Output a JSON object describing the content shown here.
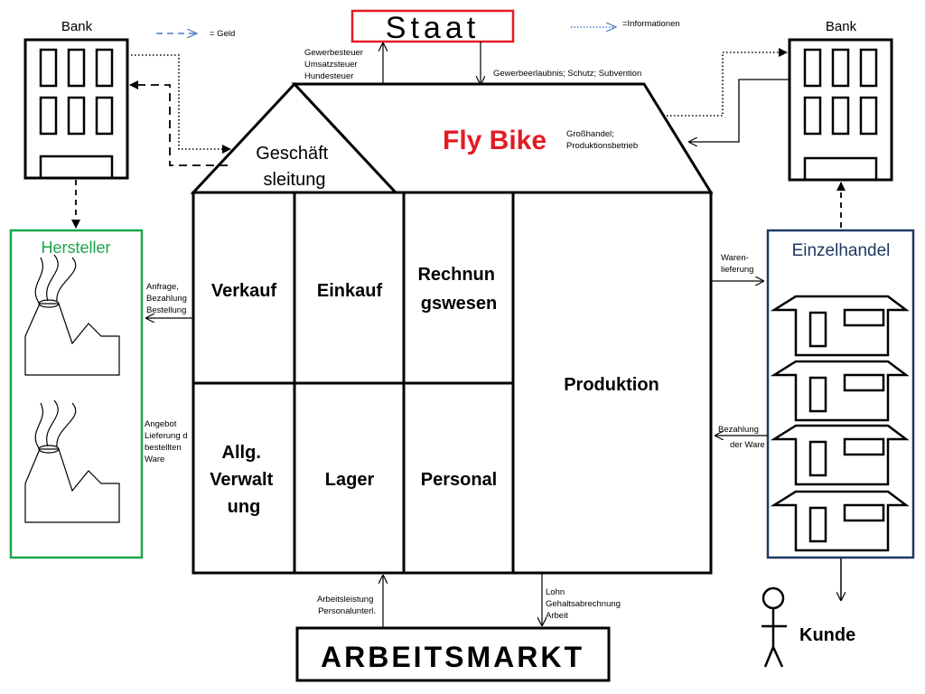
{
  "legend": {
    "money": "= Geld",
    "info": "=Informationen"
  },
  "state": {
    "title": "Staat",
    "taxes": [
      "Gewerbesteuer",
      "Umsatzsteuer",
      "Hundesteuer"
    ],
    "permits": "Gewerbeerlaubnis; Schutz; Subvention"
  },
  "banks": {
    "left": "Bank",
    "right": "Bank"
  },
  "company": {
    "name": "Fly  Bike",
    "type": [
      "Großhandel;",
      "Produktionsbetrieb"
    ],
    "management": [
      "Geschäft",
      "sleitung"
    ]
  },
  "departments": {
    "verkauf": "Verkauf",
    "einkauf": "Einkauf",
    "rechnungswesen": [
      "Rechnun",
      "gswesen"
    ],
    "verwaltung": [
      "Allg.",
      "Verwalt",
      "ung"
    ],
    "lager": "Lager",
    "personal": "Personal",
    "produktion": "Produktion"
  },
  "manufacturer": {
    "title": "Hersteller",
    "request": [
      "Anfrage,",
      "Bezahlung",
      "Bestellung"
    ],
    "offer": [
      "Angebot",
      "Lieferung d",
      "bestellten",
      "Ware"
    ]
  },
  "retail": {
    "title": "Einzelhandel",
    "delivery": [
      "Waren-",
      "lieferung"
    ],
    "payment": [
      "Bezahlung",
      "der Ware"
    ]
  },
  "labor": {
    "title": "ARBEITSMARKT",
    "in": [
      "Arbeitsleistung",
      "Personalunterl."
    ],
    "out": [
      "Lohn",
      "Gehaltsabrechnung",
      "Arbeit"
    ]
  },
  "customer": {
    "label": "Kunde"
  }
}
